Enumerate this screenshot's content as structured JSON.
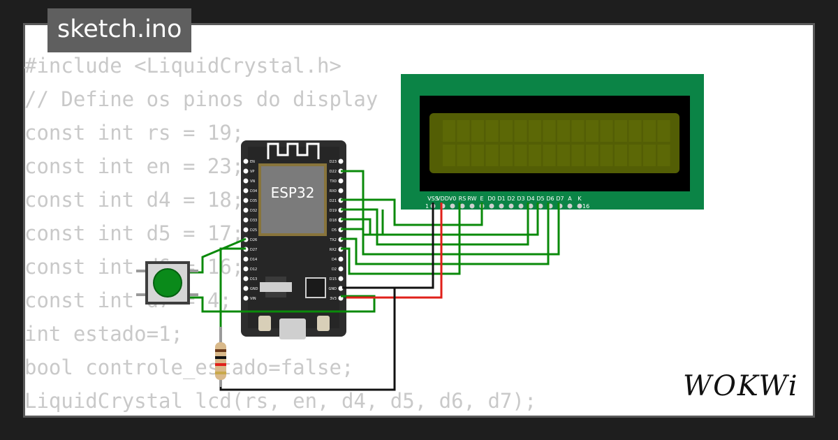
{
  "tab": {
    "filename": "sketch.ino"
  },
  "code_lines": [
    "#include <LiquidCrystal.h>",
    "// Define os pinos do display",
    "const int rs = 19;",
    "const int en = 23;",
    "const int d4 = 18;",
    "const int d5 = 17;",
    "const int d6 = 16;",
    "const int d7 = 4;",
    "int estado=1;",
    "bool controle_estado=false;",
    "LiquidCrystal lcd(rs, en, d4, d5, d6, d7);"
  ],
  "esp32": {
    "chip_label": "ESP32",
    "left_pins": [
      "EN",
      "VP",
      "VN",
      "D34",
      "D35",
      "D32",
      "D33",
      "D25",
      "D26",
      "D27",
      "D14",
      "D12",
      "D13",
      "GND",
      "VIN"
    ],
    "right_pins": [
      "D23",
      "D22",
      "TX0",
      "RX0",
      "D21",
      "D19",
      "D18",
      "D5",
      "TX2",
      "RX2",
      "D4",
      "D2",
      "D15",
      "GND",
      "3V3"
    ]
  },
  "lcd": {
    "pin_labels": [
      "VSS",
      "VDD",
      "V0",
      "RS",
      "RW",
      "E",
      "D0",
      "D1",
      "D2",
      "D3",
      "D4",
      "D5",
      "D6",
      "D7",
      "A",
      "K"
    ],
    "pin_first": "1",
    "pin_last": "16"
  },
  "colors": {
    "lcd_board": "#0b8446",
    "lcd_screen": "#535e05",
    "wire_signal": "#0a8a0a",
    "wire_power": "#e0201a",
    "wire_ground": "#111111",
    "button_cap": "#0a8a1a"
  },
  "logo": {
    "text": "WOKWi"
  }
}
